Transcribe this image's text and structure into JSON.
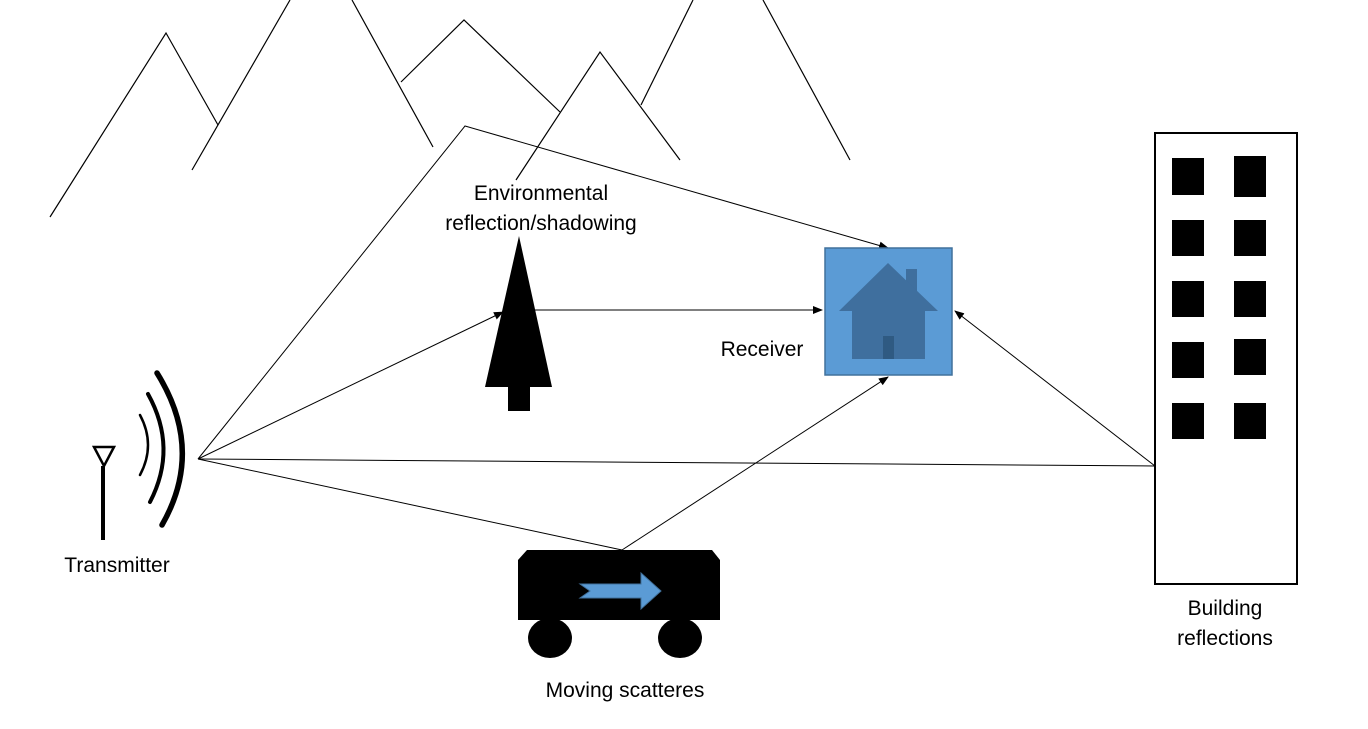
{
  "labels": {
    "transmitter": "Transmitter",
    "environmental_line1": "Environmental",
    "environmental_line2": "reflection/shadowing",
    "receiver": "Receiver",
    "moving": "Moving scatteres",
    "building_line1": "Building",
    "building_line2": "reflections"
  },
  "icons": {
    "mountains": "mountain-range-icon",
    "tree": "tree-icon",
    "antenna": "antenna-icon",
    "signal_waves": "signal-waves-icon",
    "house": "house-icon",
    "building": "building-icon",
    "vehicle": "vehicle-icon",
    "direction_arrow": "right-arrow-icon"
  },
  "colors": {
    "receiver_fill": "#5b9bd5",
    "receiver_border": "#41719c",
    "house_fill": "#3f6f9e",
    "arrow_fill": "#5b9bd5",
    "stroke": "#000000"
  }
}
